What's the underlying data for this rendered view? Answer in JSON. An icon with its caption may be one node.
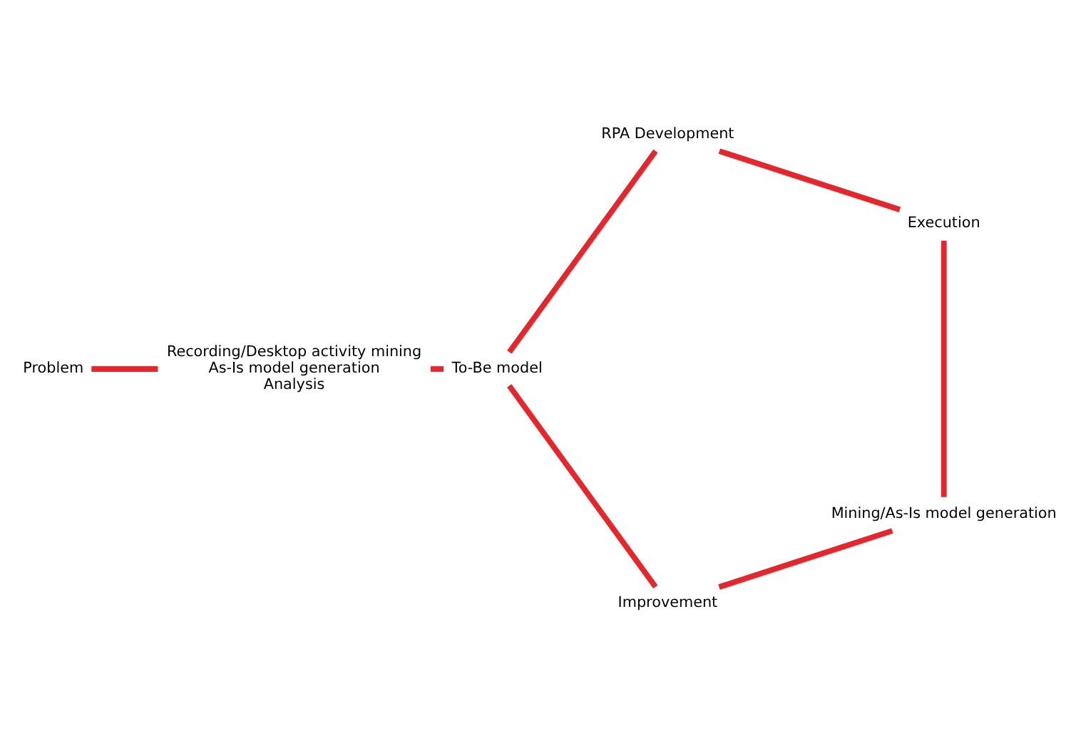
{
  "diagram": {
    "nodes": [
      {
        "text": [
          "Problem"
        ]
      },
      {
        "text": [
          "Recording/Desktop activity mining",
          "As-Is model generation",
          "Analysis"
        ]
      },
      {
        "text": [
          "To-Be model"
        ]
      },
      {
        "text": [
          "RPA Development"
        ]
      },
      {
        "text": [
          "Execution"
        ]
      },
      {
        "text": [
          "Mining/As-Is model generation"
        ]
      },
      {
        "text": [
          "Improvement"
        ]
      }
    ],
    "edges": [
      {
        "from": 0,
        "to": 1,
        "arrow": "none",
        "color": "#e8252a"
      },
      {
        "from": 1,
        "to": 2,
        "arrow": "none",
        "color": "#e8252a"
      },
      {
        "from": 2,
        "to": 3,
        "arrow": "none",
        "color": "#e8252a"
      },
      {
        "from": 3,
        "to": 4,
        "arrow": "none",
        "color": "#e8252a"
      },
      {
        "from": 4,
        "to": 5,
        "arrow": "none",
        "color": "#e8252a"
      },
      {
        "from": 5,
        "to": 6,
        "arrow": "none",
        "color": "#e8252a"
      },
      {
        "from": 6,
        "to": 2,
        "arrow": "none",
        "color": "#e8252a"
      }
    ]
  }
}
